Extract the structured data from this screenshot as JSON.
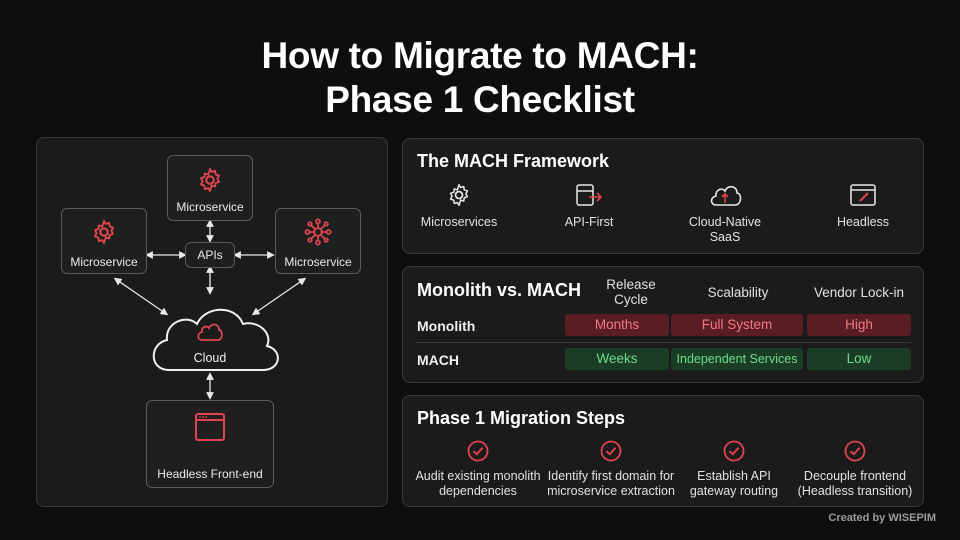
{
  "title": {
    "line1": "How to Migrate to MACH:",
    "line2": "Phase 1 Checklist"
  },
  "diagram": {
    "microservice_top": "Microservice",
    "microservice_left": "Microservice",
    "microservice_right": "Microservice",
    "apis": "APIs",
    "cloud": "Cloud",
    "frontend": "Headless Front-end"
  },
  "framework": {
    "title": "The MACH Framework",
    "items": [
      {
        "label": "Microservices",
        "icon": "gear-icon"
      },
      {
        "label": "API-First",
        "icon": "api-icon"
      },
      {
        "label": "Cloud-Native\nSaaS",
        "icon": "cloud-upload-icon"
      },
      {
        "label": "Headless",
        "icon": "browser-edit-icon"
      }
    ]
  },
  "comparison": {
    "title": "Monolith vs. MACH",
    "columns": [
      "Release\nCycle",
      "Scalability",
      "Vendor Lock-in"
    ],
    "rows": [
      {
        "label": "Monolith",
        "values": [
          "Months",
          "Full System",
          "High"
        ],
        "tone": "red"
      },
      {
        "label": "MACH",
        "values": [
          "Weeks",
          "Independent Services",
          "Low"
        ],
        "tone": "green"
      }
    ]
  },
  "steps": {
    "title": "Phase 1 Migration Steps",
    "items": [
      "Audit existing monolith\ndependencies",
      "Identify first domain for\nmicroservice extraction",
      "Establish API\ngateway routing",
      "Decouple frontend\n(Headless transition)"
    ]
  },
  "credit": "Created by WISEPIM",
  "colors": {
    "accent_red": "#e0454f",
    "pill_red_bg": "#5a1d24",
    "pill_green_bg": "#1b3d25",
    "background": "#0e0e0e"
  }
}
